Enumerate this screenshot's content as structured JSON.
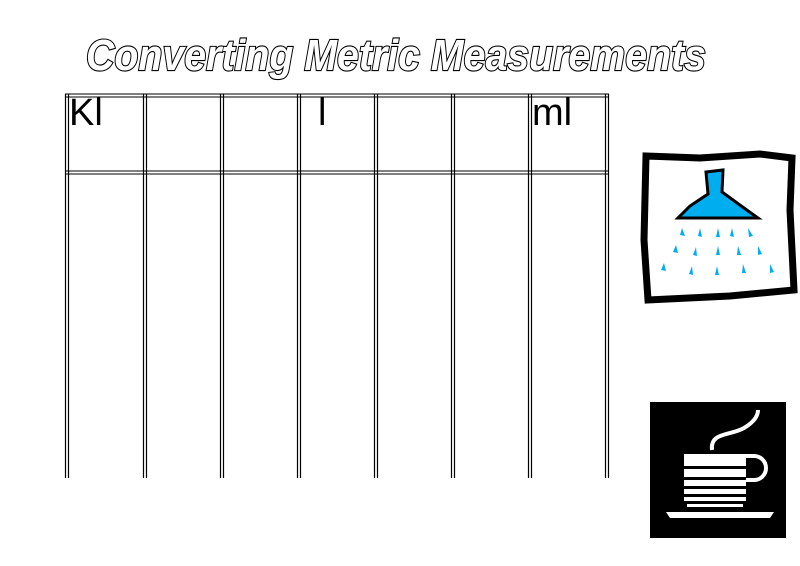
{
  "title": "Converting Metric Measurements",
  "table": {
    "columns": [
      "Kl",
      "",
      "",
      "l",
      "",
      "",
      "ml"
    ]
  },
  "images": {
    "shower": {
      "icon": "shower-head-icon",
      "water_color": "#00aeef"
    },
    "cup": {
      "icon": "coffee-cup-icon"
    }
  }
}
